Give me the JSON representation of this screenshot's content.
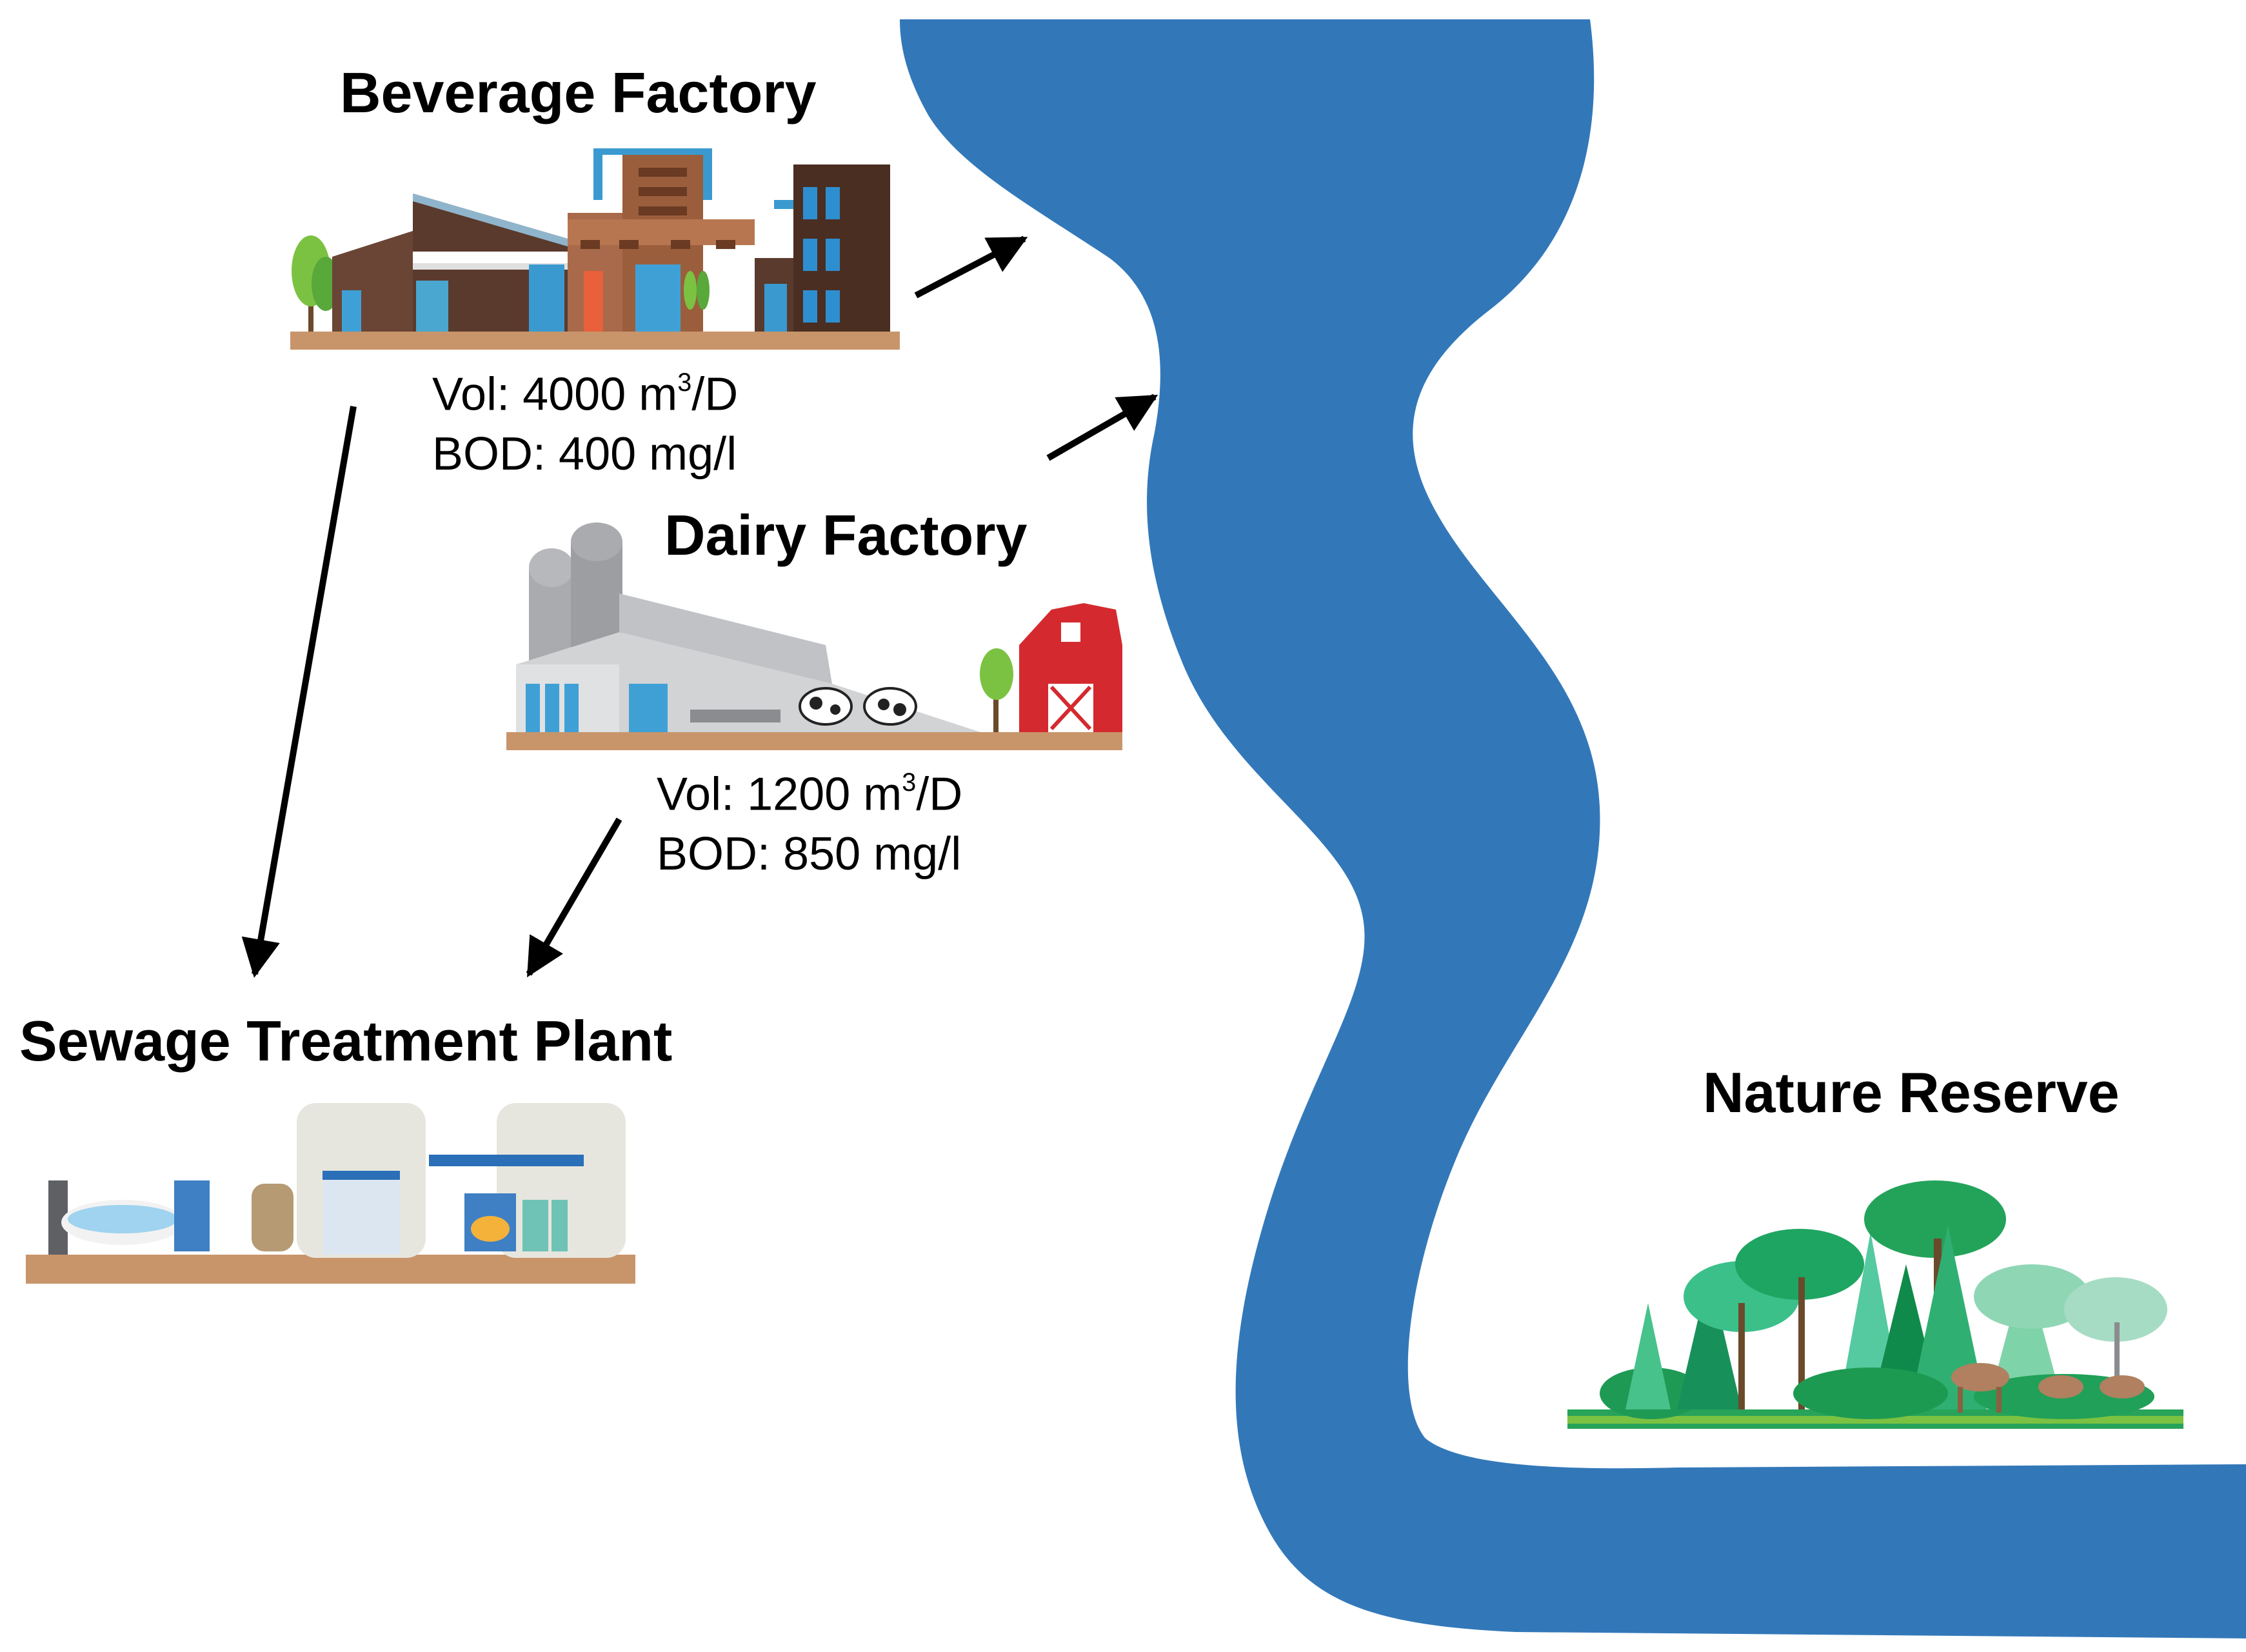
{
  "colors": {
    "river": "#3278b9",
    "arrow": "#000000",
    "ground": "#c8956a",
    "barn": "#d42a2f",
    "forest": "#27a35a"
  },
  "beverage_factory": {
    "title": "Beverage Factory",
    "vol_label": "Vol: 4000 m",
    "vol_unit_sup": "3",
    "vol_unit_rest": "/D",
    "bod": "BOD: 400 mg/l",
    "icon": "factory-icon"
  },
  "dairy_factory": {
    "title": "Dairy Factory",
    "vol_label": "Vol: 1200 m",
    "vol_unit_sup": "3",
    "vol_unit_rest": "/D",
    "bod": "BOD: 850 mg/l",
    "icon": "dairy-farm-icon"
  },
  "sewage_plant": {
    "title": "Sewage Treatment Plant",
    "icon": "treatment-plant-icon"
  },
  "nature_reserve": {
    "title": "Nature Reserve",
    "icon": "forest-icon"
  },
  "river": {
    "icon": "river-shape"
  },
  "flows": [
    {
      "from": "Beverage Factory",
      "to": "river"
    },
    {
      "from": "Dairy Factory",
      "to": "river"
    },
    {
      "from": "Beverage Factory",
      "to": "Sewage Treatment Plant"
    },
    {
      "from": "Dairy Factory",
      "to": "Sewage Treatment Plant"
    }
  ]
}
